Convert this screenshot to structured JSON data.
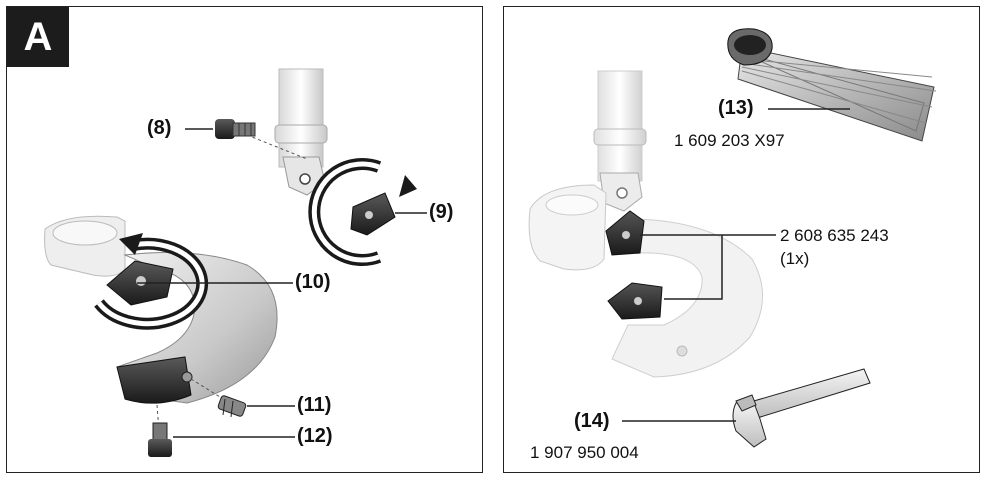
{
  "panel_a": {
    "badge": "A",
    "labels": {
      "l8": "(8)",
      "l9": "(9)",
      "l10": "(10)",
      "l11": "(11)",
      "l12": "(12)"
    }
  },
  "panel_b": {
    "labels": {
      "l13": "(13)",
      "l14": "(14)"
    },
    "part_numbers": {
      "p13": "1 609 203 X97",
      "p14": "1 907 950 004",
      "clamp_line1": "2 608 635 243",
      "clamp_line2": "(1x)"
    }
  }
}
